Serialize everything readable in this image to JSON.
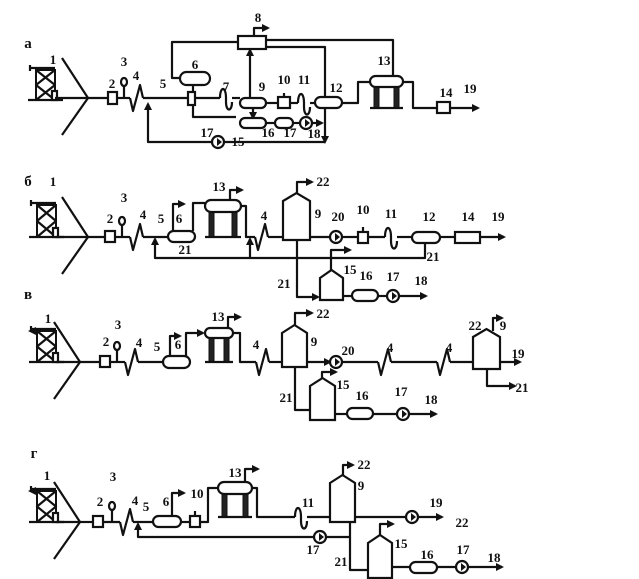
{
  "figure": {
    "schemes": [
      {
        "id": "a",
        "labels": [
          "а",
          "1",
          "2",
          "3",
          "4",
          "5",
          "6",
          "7",
          "8",
          "9",
          "10",
          "11",
          "12",
          "13",
          "14",
          "19",
          "17",
          "15",
          "16",
          "17",
          "18"
        ]
      },
      {
        "id": "b",
        "labels": [
          "б",
          "1",
          "2",
          "3",
          "4",
          "5",
          "6",
          "13",
          "4",
          "22",
          "9",
          "20",
          "10",
          "11",
          "12",
          "14",
          "19",
          "21",
          "21",
          "21",
          "15",
          "16",
          "17",
          "18"
        ]
      },
      {
        "id": "v",
        "labels": [
          "в",
          "1",
          "2",
          "3",
          "4",
          "5",
          "6",
          "13",
          "4",
          "22",
          "9",
          "20",
          "4",
          "4",
          "22",
          "9",
          "19",
          "21",
          "21",
          "15",
          "16",
          "17",
          "18"
        ]
      },
      {
        "id": "g",
        "labels": [
          "г",
          "1",
          "2",
          "3",
          "4",
          "5",
          "6",
          "10",
          "13",
          "11",
          "22",
          "9",
          "19",
          "22",
          "17",
          "21",
          "15",
          "16",
          "17",
          "18"
        ]
      }
    ]
  },
  "colors": {
    "ink": "#111111",
    "background": "#ffffff"
  }
}
